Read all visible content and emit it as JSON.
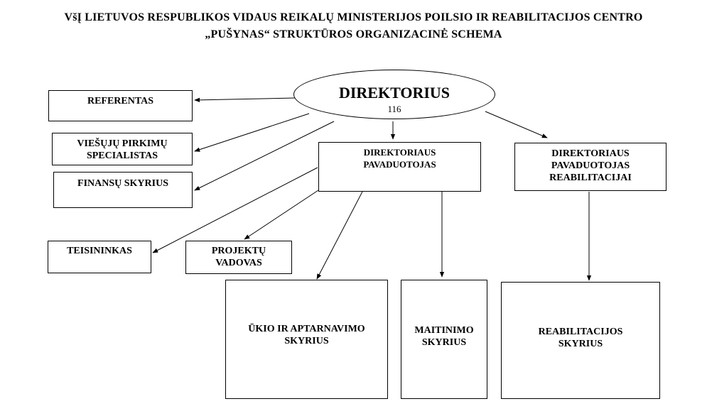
{
  "title": {
    "line1": "VšĮ LIETUVOS RESPUBLIKOS VIDAUS REIKALŲ MINISTERIJOS POILSIO IR REABILITACIJOS CENTRO",
    "line2": "„PUŠYNAS“ STRUKTŪROS ORGANIZACINĖ SCHEMA"
  },
  "director": {
    "label": "DIREKTORIUS",
    "number": "116"
  },
  "nodes": {
    "referentas": "REFERENTAS",
    "pirkimu": "VIEŠŲJŲ PIRKIMŲ\nSPECIALISTAS",
    "finansu": "FINANSŲ SKYRIUS",
    "pavaduotojas": "DIREKTORIAUS\nPAVADUOTOJAS",
    "pavaduotojas_reab": "DIREKTORIAUS\nPAVADUOTOJAS\nREABILITACIJAI",
    "teisininkas": "TEISININKAS",
    "projektu": "PROJEKTŲ\nVADOVAS",
    "ukio": "ŪKIO IR APTARNAVIMO\nSKYRIUS",
    "maitinimo": "MAITINIMO\nSKYRIUS",
    "reabilitacijos": "REABILITACIJOS\nSKYRIUS"
  }
}
